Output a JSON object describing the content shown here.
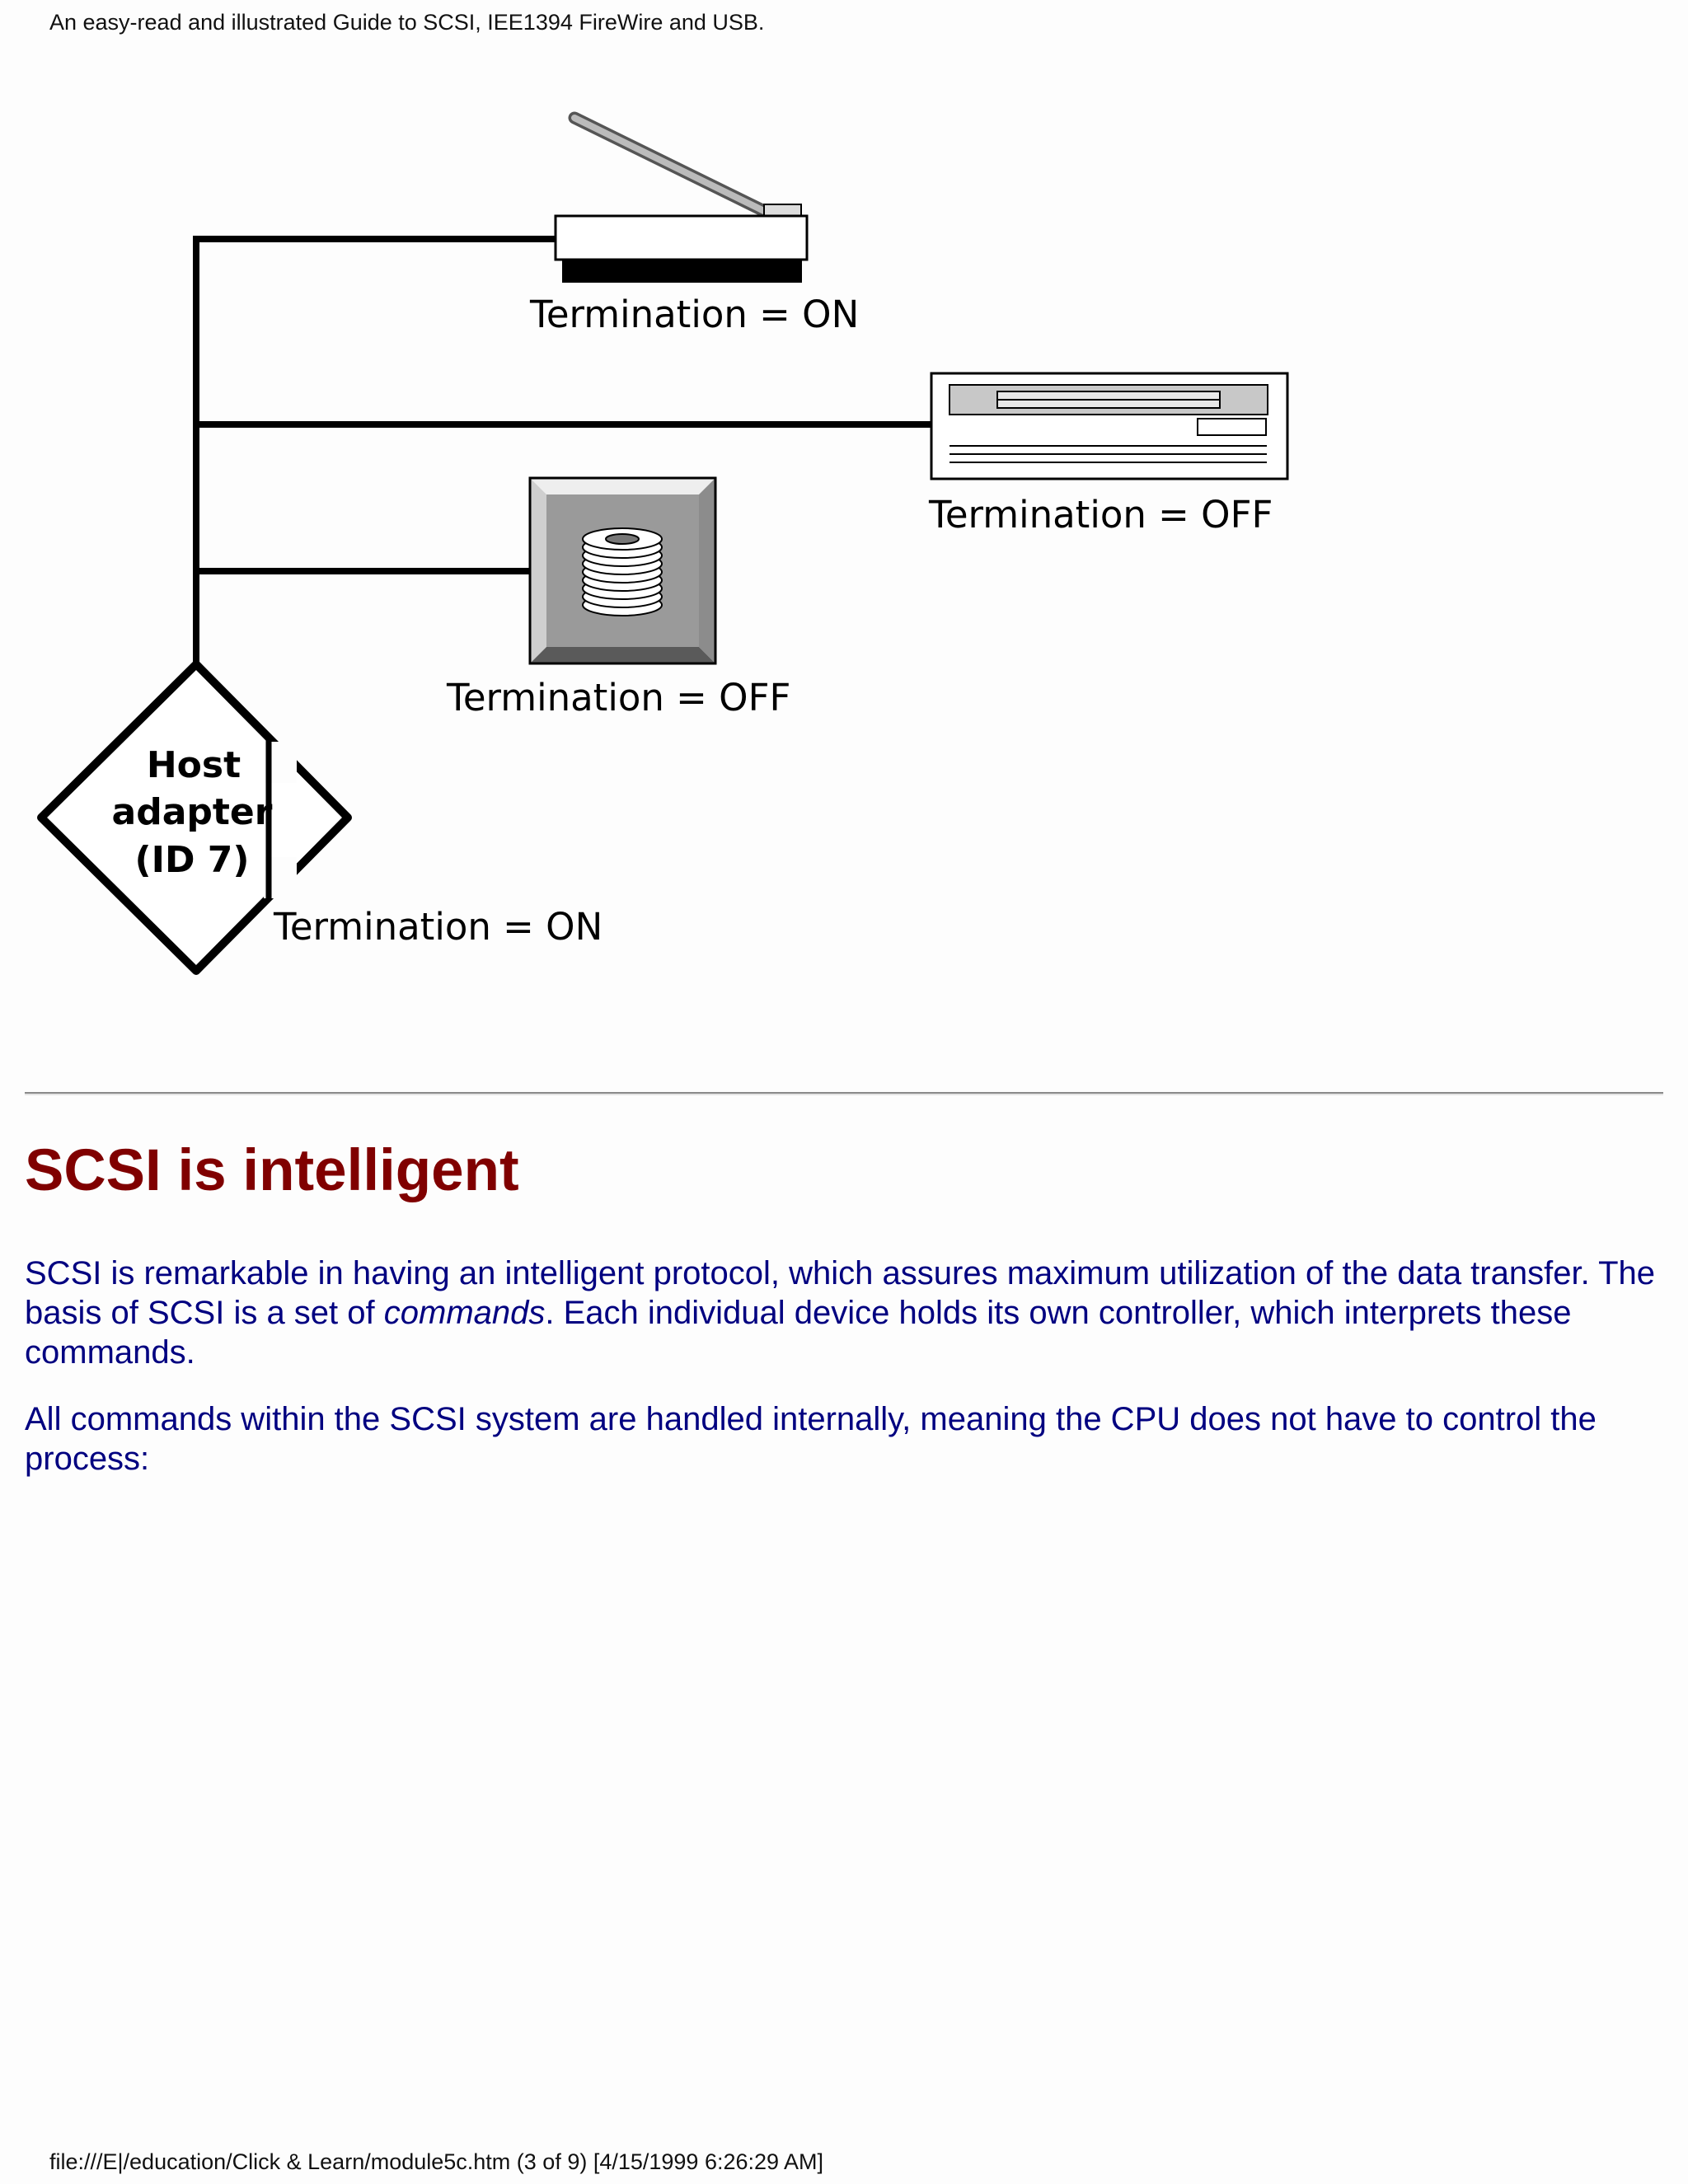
{
  "header": {
    "title": "An easy-read and illustrated Guide to SCSI, IEE1394 FireWire and USB."
  },
  "diagram": {
    "scanner_label": "Termination = ON",
    "tape_label": "Termination = OFF",
    "cd_label": "Termination = OFF",
    "host": {
      "line1": "Host",
      "line2": "adapter",
      "line3": "(ID 7)"
    },
    "host_label": "Termination = ON"
  },
  "section": {
    "heading": "SCSI is intelligent",
    "para1_part1": "SCSI is remarkable in having an intelligent protocol, which assures maximum utilization of the data transfer. The basis of SCSI is a set of ",
    "para1_emph": "commands",
    "para1_part2": ". Each individual device holds its own controller, which interprets these commands.",
    "para2": "All commands within the SCSI system are handled internally, meaning the CPU does not have to control the process:"
  },
  "footer": {
    "text": "file:///E|/education/Click & Learn/module5c.htm (3 of 9) [4/15/1999 6:26:29 AM]"
  }
}
